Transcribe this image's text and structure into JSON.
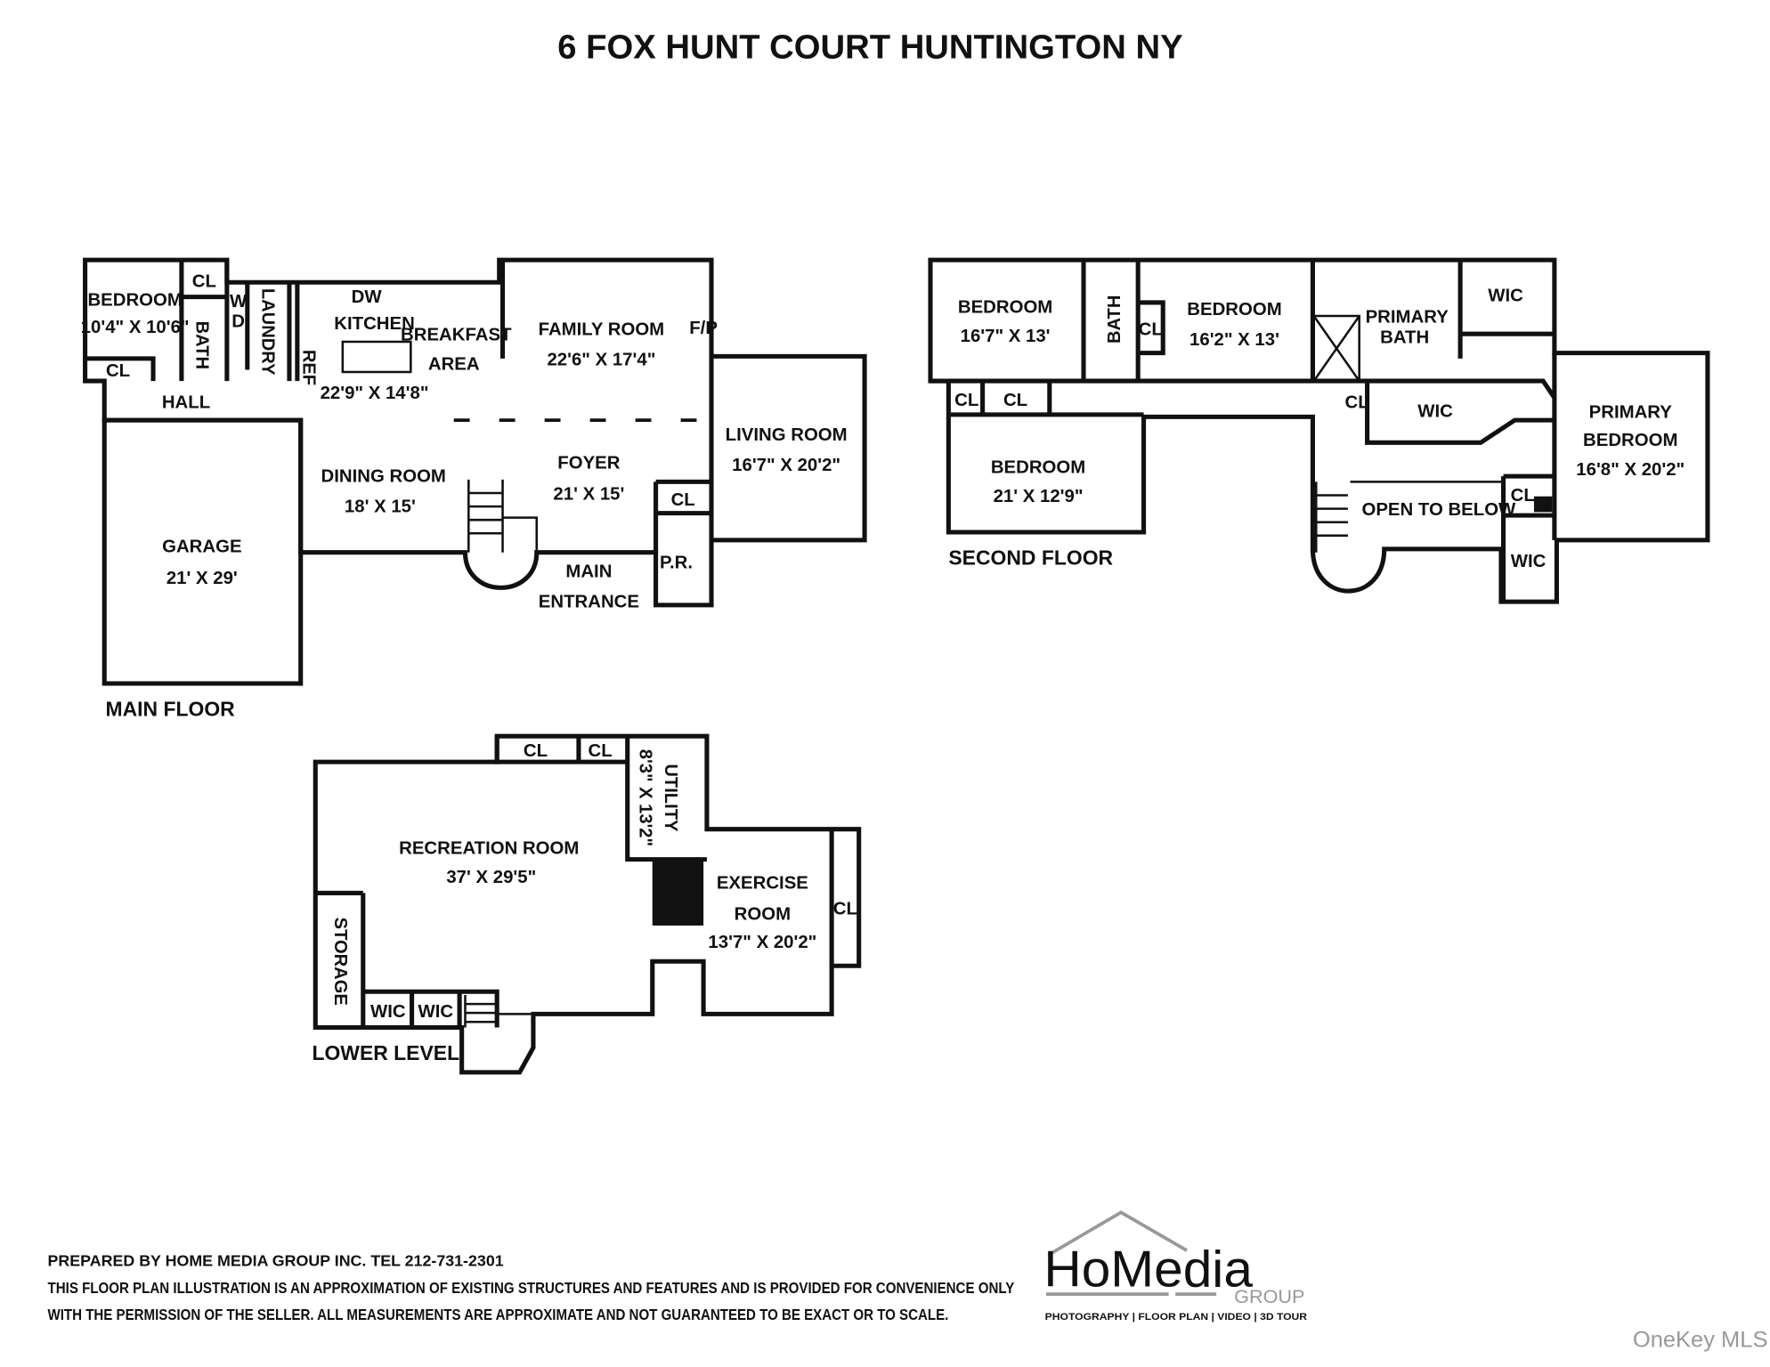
{
  "title": "6 FOX HUNT COURT HUNTINGTON NY",
  "main_floor": {
    "label": "MAIN FLOOR",
    "rooms": [
      {
        "name": "BEDROOM",
        "size": "10'4\" X 10'6\""
      },
      {
        "name": "KITCHEN",
        "size": "22'9\" X 14'8\""
      },
      {
        "name": "BREAKFAST",
        "size": "AREA"
      },
      {
        "name": "FAMILY ROOM",
        "size": "22'6\" X 17'4\""
      },
      {
        "name": "LIVING ROOM",
        "size": "16'7\" X 20'2\""
      },
      {
        "name": "DINING ROOM",
        "size": "18' X 15'"
      },
      {
        "name": "FOYER",
        "size": "21' X 15'"
      },
      {
        "name": "GARAGE",
        "size": "21' X 29'"
      },
      {
        "name": "MAIN",
        "size": "ENTRANCE"
      }
    ],
    "small_labels": [
      "CL",
      "BATH",
      "W",
      "D",
      "LAUNDRY",
      "REF",
      "CL",
      "HALL",
      "DW",
      "F/P",
      "CL",
      "P.R."
    ]
  },
  "second_floor": {
    "label": "SECOND FLOOR",
    "rooms": [
      {
        "name": "BEDROOM",
        "size": "16'7\" X 13'"
      },
      {
        "name": "BEDROOM",
        "size": "16'2\" X 13'"
      },
      {
        "name": "PRIMARY",
        "size": "BATH"
      },
      {
        "name": "PRIMARY",
        "size": "BEDROOM",
        "dims": "16'8\" X 20'2\""
      },
      {
        "name": "BEDROOM",
        "size": "21' X 12'9\""
      }
    ],
    "small_labels": [
      "BATH",
      "CL",
      "WIC",
      "CL",
      "CL",
      "CL",
      "WIC",
      "OPEN TO BELOW",
      "CL",
      "WIC"
    ]
  },
  "lower_level": {
    "label": "LOWER LEVEL",
    "rooms": [
      {
        "name": "RECREATION ROOM",
        "size": "37' X 29'5\""
      },
      {
        "name": "UTILITY",
        "size": "8'3\" X 13'2\""
      },
      {
        "name": "EXERCISE",
        "size": "ROOM",
        "dims": "13'7\" X 20'2\""
      }
    ],
    "small_labels": [
      "CL",
      "CL",
      "CL",
      "STORAGE",
      "WIC",
      "WIC"
    ]
  },
  "footer": {
    "line1": "PREPARED BY  HOME MEDIA GROUP INC.  TEL 212-731-2301",
    "line2": "THIS FLOOR PLAN ILLUSTRATION IS AN APPROXIMATION OF EXISTING STRUCTURES AND FEATURES AND IS PROVIDED FOR CONVENIENCE ONLY",
    "line3": "WITH THE PERMISSION OF THE SELLER. ALL MEASUREMENTS ARE APPROXIMATE AND NOT GUARANTEED TO BE EXACT OR TO SCALE."
  },
  "logo": {
    "text": "HoMedia",
    "sub": "GROUP",
    "tagline": "PHOTOGRAPHY | FLOOR PLAN | VIDEO | 3D TOUR"
  },
  "watermark": "OneKey MLS"
}
